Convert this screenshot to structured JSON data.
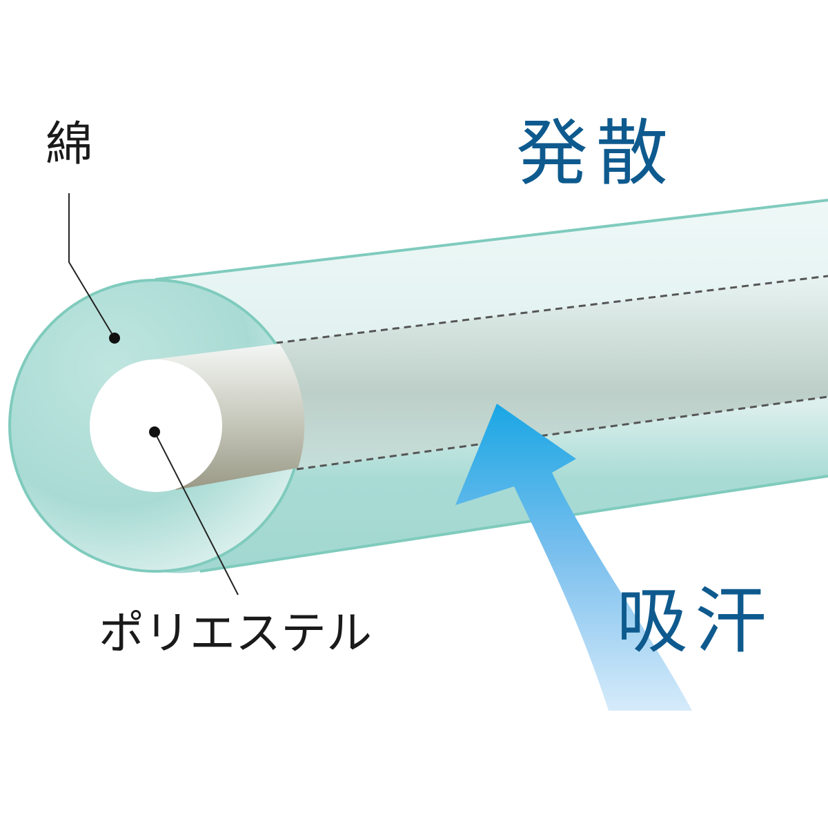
{
  "labels": {
    "cotton": "綿",
    "polyester": "ポリエステル",
    "diffusion": "発散",
    "absorption": "吸汗"
  },
  "colors": {
    "accent_text": "#0e5a8e",
    "tube_outline": "#7fcbbd",
    "tube_fill": "#a6dad3",
    "arrow_top": "#1aa6e4",
    "arrow_bottom": "#d6ebfa",
    "core_dark": "#9c9a86"
  }
}
